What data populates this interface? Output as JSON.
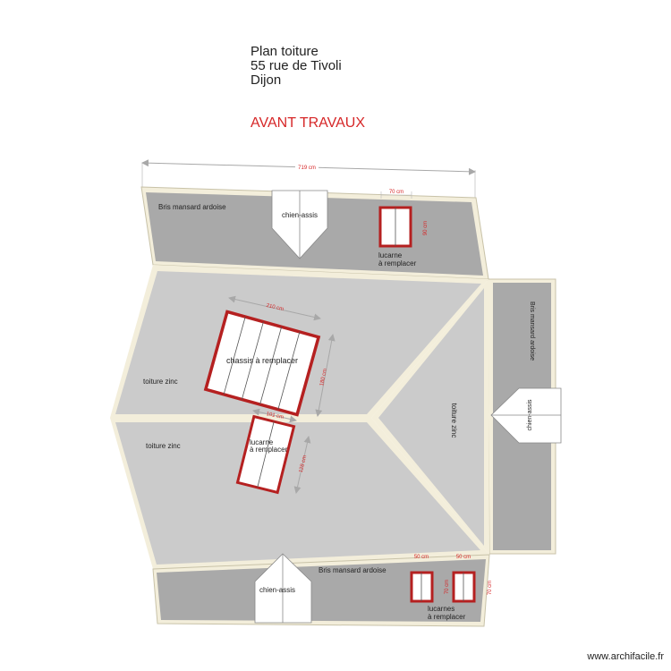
{
  "header": {
    "line1": "Plan toiture",
    "line2": "55 rue de Tivoli",
    "line3": "Dijon",
    "status": "AVANT TRAVAUX"
  },
  "colors": {
    "slate": "#a9a9a9",
    "zinc": "#cbcbcb",
    "border": "#f3eedb",
    "frame": "#b52020",
    "dimension": "#d62728",
    "dimension_line": "#a8a8a8"
  },
  "zones": {
    "top_mansard": "Bris mansard ardoise",
    "right_mansard": "Bris mansard ardoise",
    "bottom_mansard": "Bris mansard ardoise",
    "zinc_upper": "toiture zinc",
    "zinc_lower": "toiture zinc",
    "zinc_right": "toiture zinc"
  },
  "elements": {
    "chien_assis_top": "chien-assis",
    "chien_assis_right": "chien-assis",
    "chien_assis_bottom": "chien-assis",
    "chassis": "chassis à remplacer",
    "lucarne_top_l1": "lucarne",
    "lucarne_top_l2": "à remplacer",
    "lucarne_mid_l1": "lucarne",
    "lucarne_mid_l2": "à remplacer",
    "lucarnes_bottom_l1": "lucarnes",
    "lucarnes_bottom_l2": "à remplacer"
  },
  "dimensions": {
    "overall_width": "719 cm",
    "lucarne_top_width": "70 cm",
    "lucarne_top_height": "90 cm",
    "chassis_width": "210 cm",
    "chassis_height": "180 cm",
    "lucarne_mid_width": "101 cm",
    "lucarne_mid_height": "128 cm",
    "lucarne_bottom_left_width": "50 cm",
    "lucarne_bottom_right_width": "50 cm",
    "lucarne_bottom_height_inner": "70 cm",
    "lucarne_bottom_height_outer": "70 cm"
  },
  "footer": {
    "watermark": "www.archifacile.fr"
  }
}
